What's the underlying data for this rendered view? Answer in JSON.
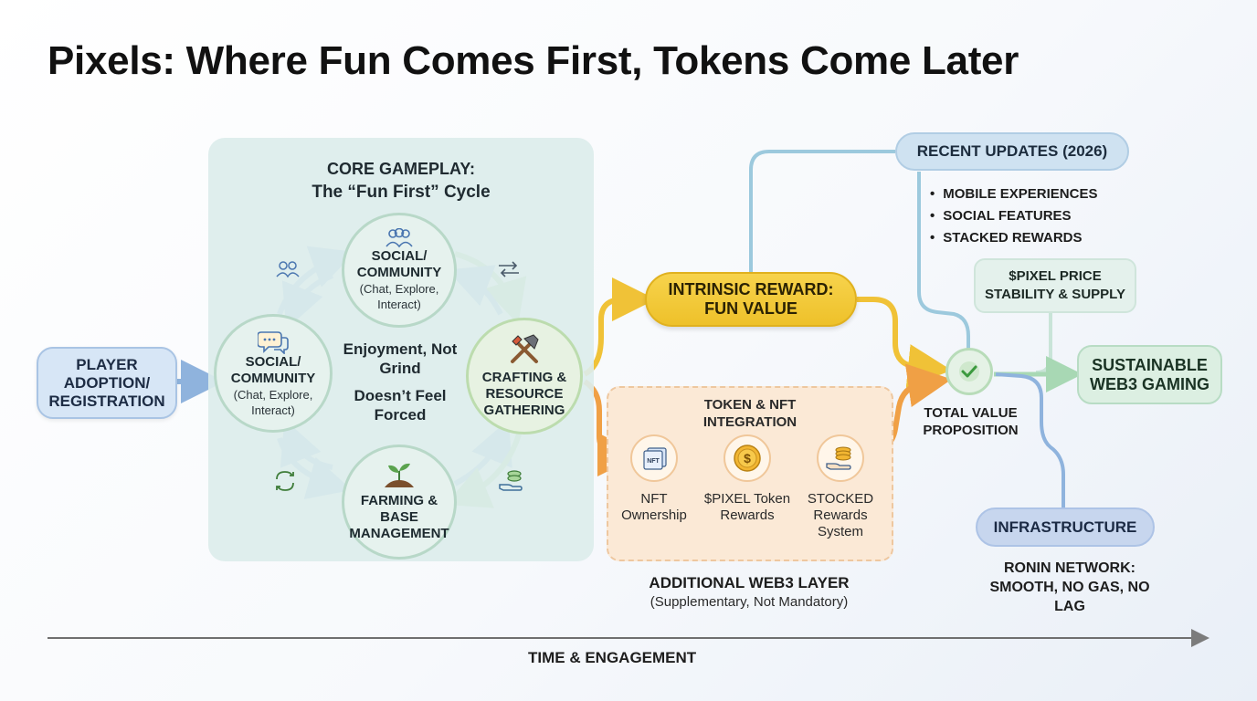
{
  "title": "Pixels: Where Fun Comes First, Tokens Come Later",
  "core": {
    "heading": "CORE GAMEPLAY:",
    "subheading": "The “Fun First” Cycle",
    "center_line1": "Enjoyment, Not Grind",
    "center_line2": "Doesn’t Feel Forced",
    "nodes": {
      "social_top": {
        "label": "SOCIAL/ COMMUNITY",
        "sub": "(Chat, Explore, Interact)"
      },
      "social_left": {
        "label": "SOCIAL/ COMMUNITY",
        "sub": "(Chat, Explore, Interact)"
      },
      "crafting": {
        "label": "CRAFTING & RESOURCE GATHERING"
      },
      "farming": {
        "label": "FARMING & BASE MANAGEMENT"
      }
    }
  },
  "player": {
    "label": "PLAYER ADOPTION/ REGISTRATION"
  },
  "intrinsic": {
    "label": "INTRINSIC REWARD: FUN VALUE"
  },
  "token_layer": {
    "title": "TOKEN & NFT INTEGRATION",
    "nft_badge": "NFT",
    "coin_symbol": "$",
    "items": [
      {
        "label": "NFT Ownership"
      },
      {
        "label": "$PIXEL Token Rewards"
      },
      {
        "label": "STOCKED Rewards System"
      }
    ],
    "footer_title": "ADDITIONAL WEB3 LAYER",
    "footer_sub": "(Supplementary, Not Mandatory)"
  },
  "recent_updates": {
    "title": "RECENT UPDATES (2026)",
    "items": [
      "MOBILE EXPERIENCES",
      "SOCIAL FEATURES",
      "STACKED REWARDS"
    ]
  },
  "price_box": {
    "label": "$PIXEL PRICE STABILITY & SUPPLY"
  },
  "total_value": {
    "label": "TOTAL VALUE PROPOSITION"
  },
  "sustainable": {
    "label": "SUSTAINABLE WEB3 GAMING"
  },
  "infrastructure": {
    "label": "INFRASTRUCTURE",
    "detail": "RONIN NETWORK: SMOOTH, NO GAS, NO LAG"
  },
  "timeline": {
    "label": "TIME & ENGAGEMENT"
  },
  "colors": {
    "blue_arrow": "#8fb3dd",
    "green_arrow": "#9fd08a",
    "yellow_arrow": "#f0c237",
    "orange_arrow": "#f0a045",
    "teal_line": "#9cc9dd"
  },
  "icons": [
    "people-icon",
    "chat-icon",
    "tools-icon",
    "sprout-icon",
    "exchange-icon",
    "cycle-icon",
    "coin-hand-icon",
    "check-icon",
    "nft-icon",
    "coin-icon",
    "stack-hand-icon"
  ]
}
